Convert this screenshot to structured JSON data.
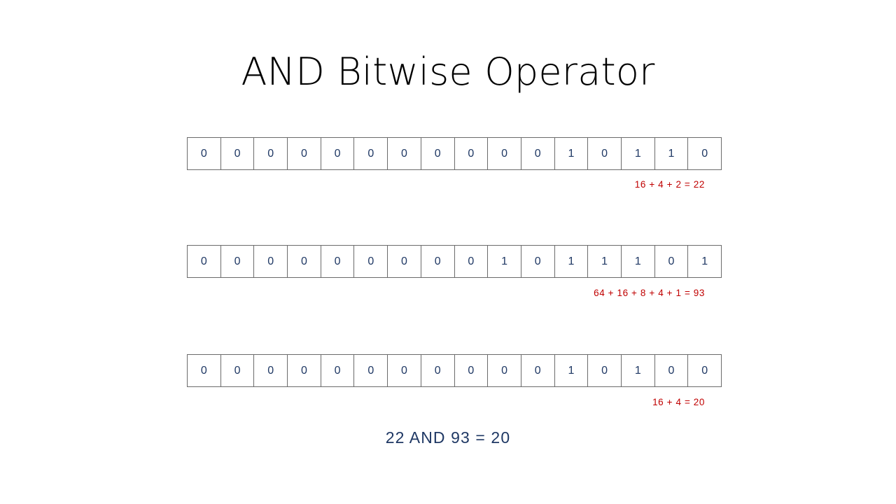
{
  "slide": {
    "title": "AND Bitwise Operator",
    "background_color": "#FFFFFF",
    "bit_color": "#1F3864",
    "note_color": "#C00000",
    "result_color": "#1F3864",
    "cell_border_color": "#6B6B6B"
  },
  "rows": [
    {
      "name": "operand-a",
      "bit_width": 16,
      "bits": [
        "0",
        "0",
        "0",
        "0",
        "0",
        "0",
        "0",
        "0",
        "0",
        "0",
        "0",
        "1",
        "0",
        "1",
        "1",
        "0"
      ],
      "binary": "0000000000010110",
      "note": "16 + 4 + 2 = 22",
      "decimal": 22
    },
    {
      "name": "operand-b",
      "bit_width": 16,
      "bits": [
        "0",
        "0",
        "0",
        "0",
        "0",
        "0",
        "0",
        "0",
        "0",
        "1",
        "0",
        "1",
        "1",
        "1",
        "0",
        "1"
      ],
      "binary": "0000000001011101",
      "note": "64 + 16 + 8 + 4 + 1 = 93",
      "decimal": 93
    },
    {
      "name": "result",
      "bit_width": 16,
      "bits": [
        "0",
        "0",
        "0",
        "0",
        "0",
        "0",
        "0",
        "0",
        "0",
        "0",
        "0",
        "1",
        "0",
        "1",
        "0",
        "0"
      ],
      "binary": "0000000000010100",
      "note": "16 + 4 = 20",
      "decimal": 20
    }
  ],
  "result": {
    "expression": "22  AND  93  =  20",
    "operand_a": 22,
    "operator": "AND",
    "operand_b": 93,
    "value": 20
  }
}
